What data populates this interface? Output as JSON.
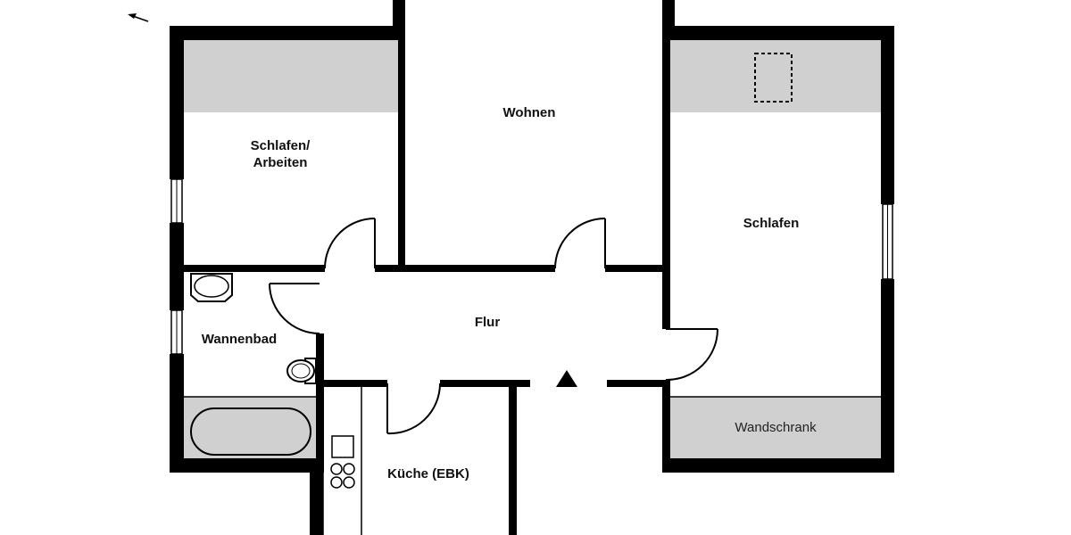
{
  "plan": {
    "rooms": {
      "schlafen_arbeiten": {
        "line1": "Schlafen/",
        "line2": "Arbeiten"
      },
      "wohnen": "Wohnen",
      "schlafen": "Schlafen",
      "flur": "Flur",
      "wannenbad": "Wannenbad",
      "kueche": "Küche (EBK)",
      "wandschrank": "Wandschrank"
    },
    "icons": {
      "north_arrow": "north-arrow-icon",
      "entrance": "entrance-triangle-icon"
    },
    "colors": {
      "wall": "#000000",
      "sloped_ceiling": "#d0d0d0",
      "background": "#ffffff"
    }
  }
}
